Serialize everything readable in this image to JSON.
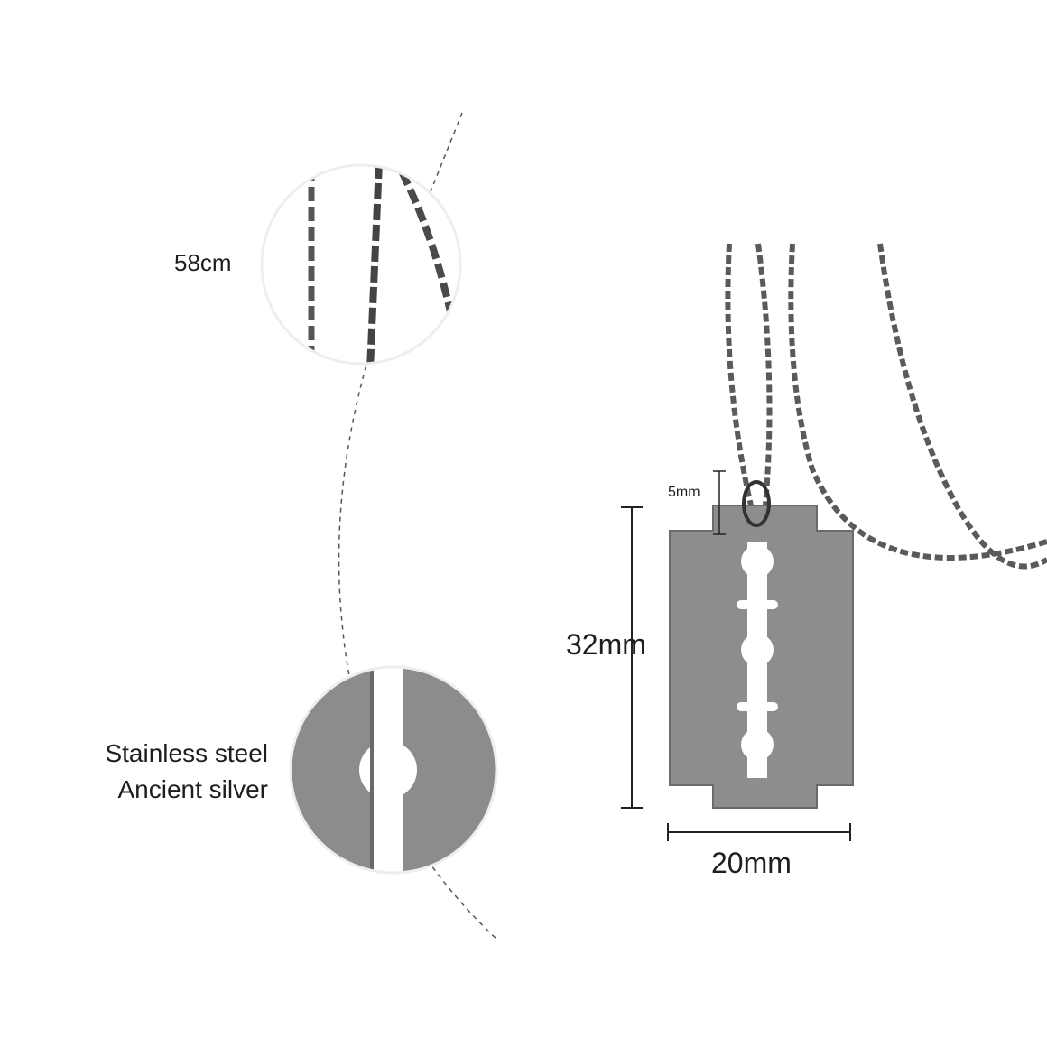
{
  "labels": {
    "chain_length": "58cm",
    "material_line1": "Stainless steel",
    "material_line2": "Ancient silver",
    "height": "32mm",
    "width": "20mm",
    "bail": "5mm"
  },
  "colors": {
    "metal": "#8a8a8a",
    "metal_dark": "#4a4a4a",
    "background": "#ffffff"
  }
}
